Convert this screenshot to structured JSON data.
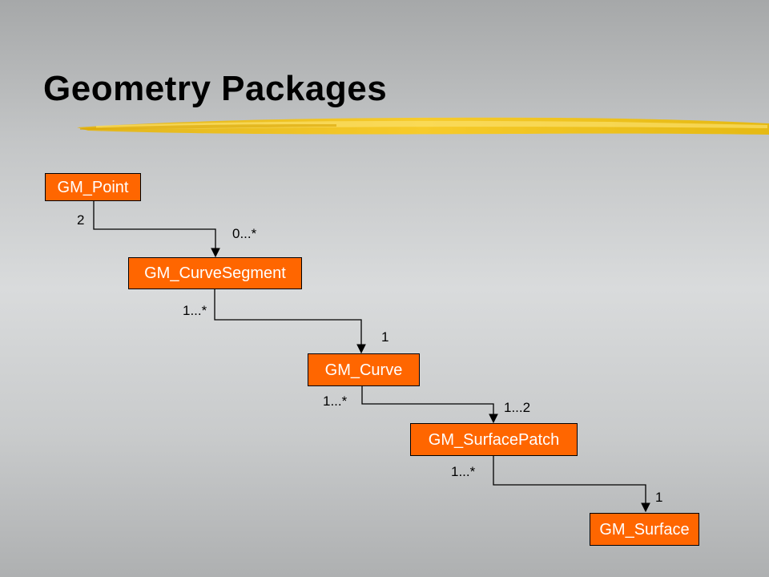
{
  "slide": {
    "title": "Geometry Packages",
    "accent_color": "#f5c518",
    "box_color": "#ff6600"
  },
  "diagram": {
    "classes": [
      {
        "id": "point",
        "label": "GM_Point"
      },
      {
        "id": "curve_segment",
        "label": "GM_CurveSegment"
      },
      {
        "id": "curve",
        "label": "GM_Curve"
      },
      {
        "id": "surface_patch",
        "label": "GM_SurfacePatch"
      },
      {
        "id": "surface",
        "label": "GM_Surface"
      }
    ],
    "associations": [
      {
        "from": "point",
        "to": "curve_segment",
        "source_multiplicity": "2",
        "target_multiplicity": "0...*"
      },
      {
        "from": "curve_segment",
        "to": "curve",
        "source_multiplicity": "1...*",
        "target_multiplicity": "1"
      },
      {
        "from": "curve",
        "to": "surface_patch",
        "source_multiplicity": "1...*",
        "target_multiplicity": "1...2"
      },
      {
        "from": "surface_patch",
        "to": "surface",
        "source_multiplicity": "1...*",
        "target_multiplicity": "1"
      }
    ]
  }
}
